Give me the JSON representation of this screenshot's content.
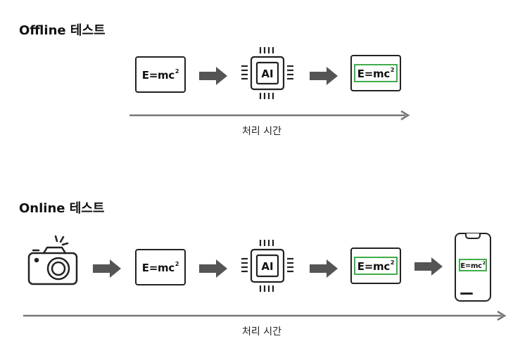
{
  "offline": {
    "title": "Offline 테스트",
    "input_formula": "E=mc",
    "input_exponent": "2",
    "chip_label": "AI",
    "output_formula": "E=mc",
    "output_exponent": "2",
    "timeline_label": "처리 시간"
  },
  "online": {
    "title": "Online 테스트",
    "input_formula": "E=mc",
    "input_exponent": "2",
    "chip_label": "AI",
    "output_formula": "E=mc",
    "output_exponent": "2",
    "phone_formula": "E=mc",
    "phone_exponent": "2",
    "timeline_label": "처리 시간"
  },
  "colors": {
    "stroke": "#222222",
    "arrow": "#555555",
    "timeline": "#777777",
    "highlight": "#3fae4a"
  }
}
